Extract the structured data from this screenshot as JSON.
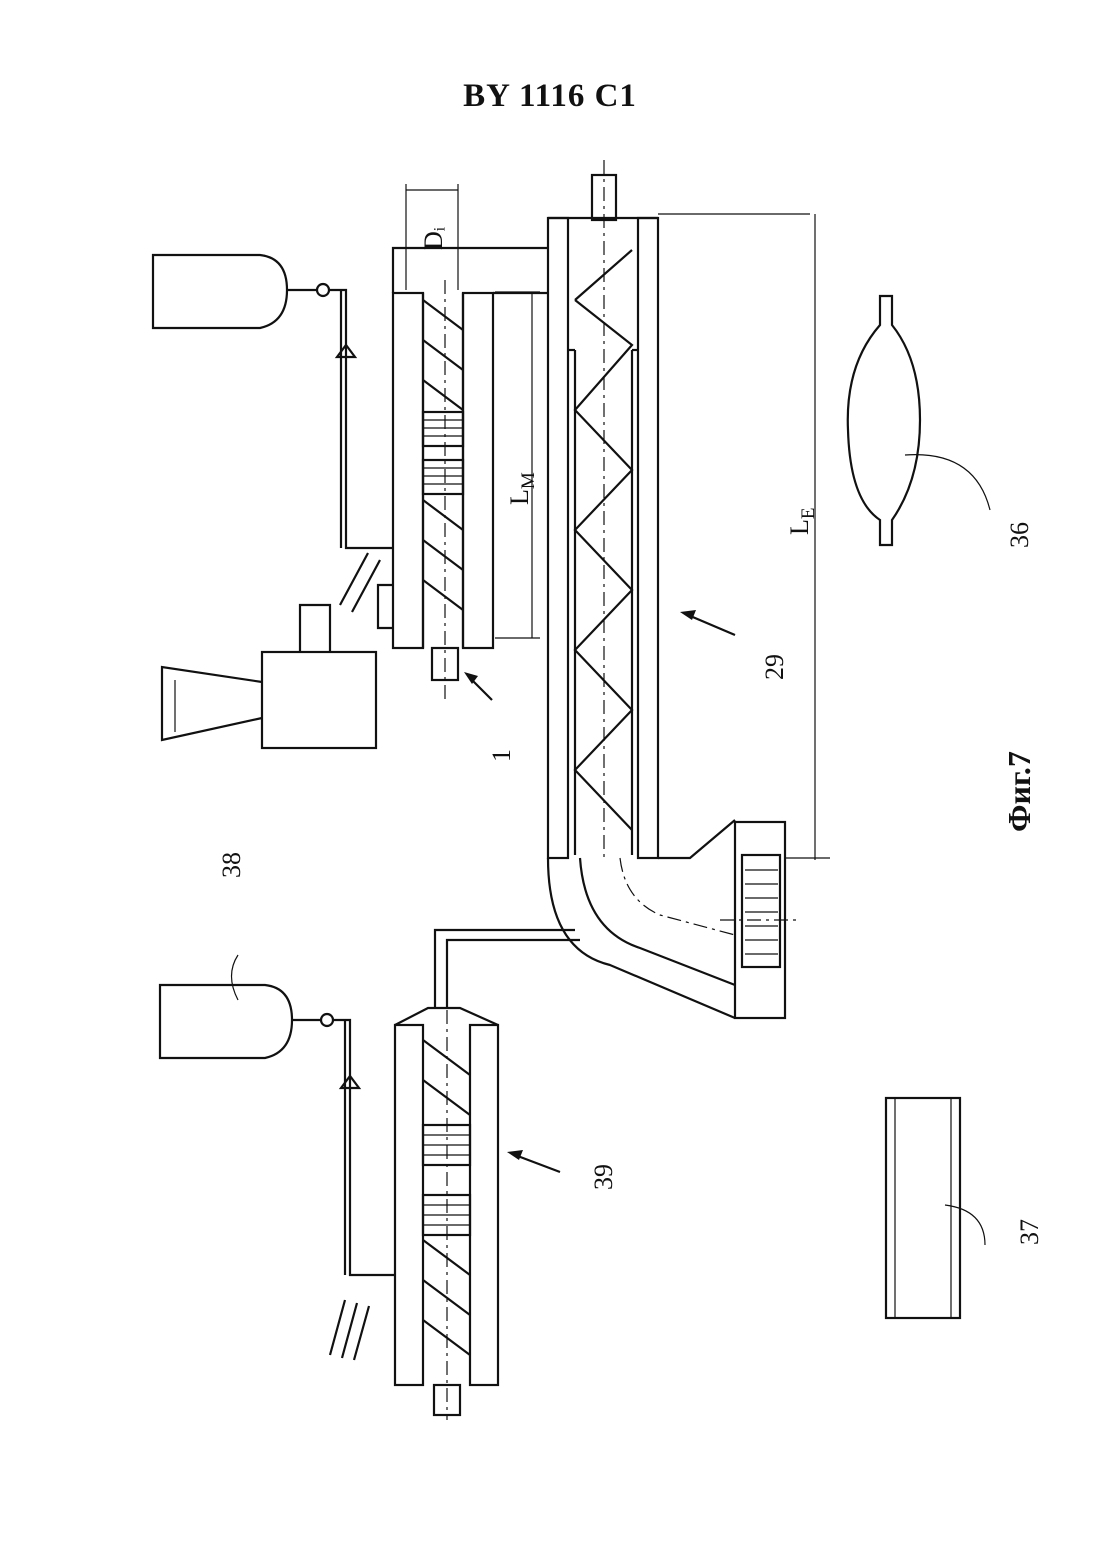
{
  "header": {
    "doc_number": "BY 1116 C1"
  },
  "figure": {
    "caption": "Фиг.7",
    "labels": {
      "mixer_extruder": "1",
      "main_extruder": "29",
      "product_oval": "36",
      "product_strip": "37",
      "tank_lower": "38",
      "second_extruder": "39",
      "diameter": "Dᵢ",
      "length_mixer": "L",
      "length_mixer_sub": "M",
      "length_extruder": "L",
      "length_extruder_sub": "E"
    }
  }
}
